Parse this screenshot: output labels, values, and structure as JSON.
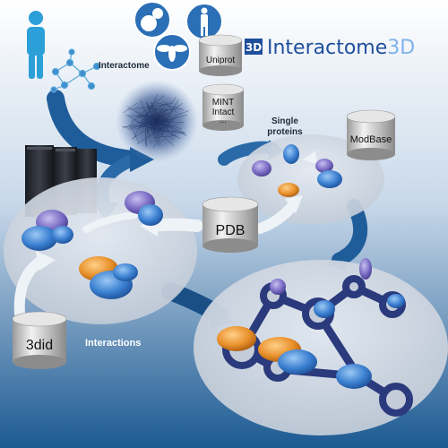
{
  "logo": {
    "badge": "3D",
    "name_main": "Interactome",
    "name_accent": "3D",
    "accent_color": "#7fb2e8",
    "main_color": "#1f4f9c"
  },
  "labels": {
    "interactome": "Interactome",
    "single_proteins_line1": "Single",
    "single_proteins_line2": "proteins",
    "interactions": "Interactions"
  },
  "databases": [
    {
      "id": "uniprot",
      "lines": [
        "Uniprot"
      ]
    },
    {
      "id": "mint-intact",
      "lines": [
        "MINT",
        "Intact",
        "..."
      ]
    },
    {
      "id": "modbase",
      "lines": [
        "ModBase"
      ]
    },
    {
      "id": "pdb",
      "lines": [
        "PDB"
      ]
    },
    {
      "id": "3did",
      "lines": [
        "3did"
      ]
    }
  ],
  "organism_icons": [
    "yeast-icon",
    "human-icon",
    "fly-icon"
  ],
  "colors": {
    "background_top": "#ffffff",
    "background_bottom": "#1c5a92",
    "arrow": "#1f5d9a",
    "protein_blue": "#3a7fd0",
    "protein_orange": "#e8902a",
    "protein_purple": "#7a6cc4",
    "network_node": "#2a3a7c",
    "person": "#2b9fd8"
  }
}
